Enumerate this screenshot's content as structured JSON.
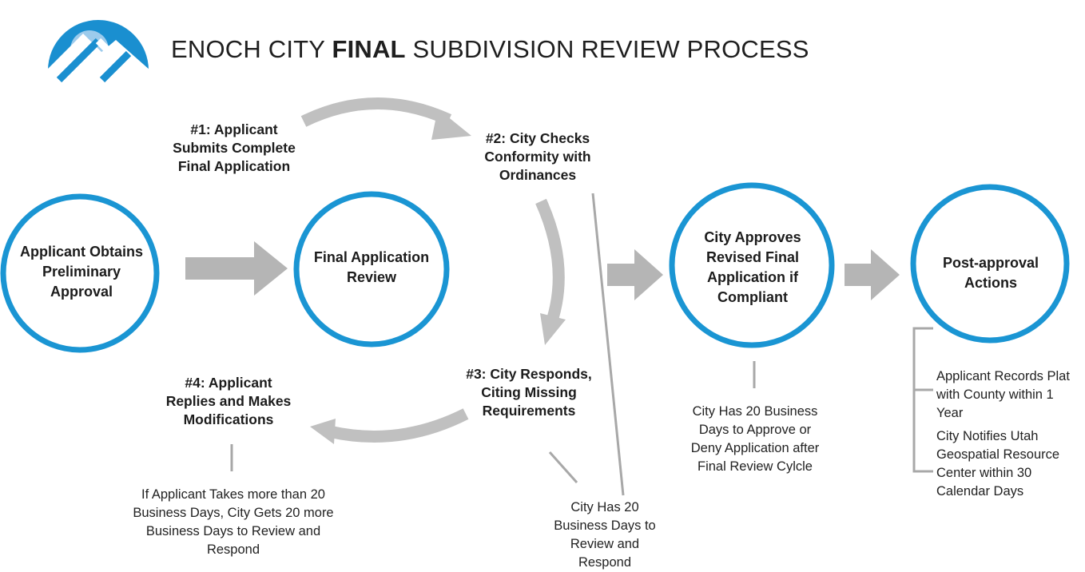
{
  "title": {
    "prefix": "ENOCH CITY ",
    "bold": "FINAL",
    "suffix": " SUBDIVISION REVIEW PROCESS"
  },
  "colors": {
    "circle": "#1a95d3",
    "arrow": "#b5b5b5",
    "connector": "#a8a8a8",
    "logo_dark": "#1a8fd0",
    "logo_light": "#9ccbec"
  },
  "icons": {
    "logo": "mountain-sun-logo"
  },
  "circles": [
    {
      "id": "preliminary",
      "label": "Applicant Obtains Preliminary Approval"
    },
    {
      "id": "final-review",
      "label": "Final Application Review"
    },
    {
      "id": "city-approves",
      "label": "City Approves Revised Final Application if Compliant"
    },
    {
      "id": "post-approval",
      "label": "Post-approval Actions"
    }
  ],
  "cycle_steps": [
    {
      "id": "step1",
      "label": "#1: Applicant Submits Complete Final Application"
    },
    {
      "id": "step2",
      "label": "#2: City Checks Conformity with Ordinances"
    },
    {
      "id": "step3",
      "label": "#3: City Responds, Citing Missing Requirements"
    },
    {
      "id": "step4",
      "label": "#4: Applicant Replies and Makes Modifications"
    }
  ],
  "notes": {
    "applicant_delay": "If Applicant Takes more than 20 Business Days, City Gets 20 more Business Days to Review and Respond",
    "city_review": "City Has 20 Business Days to Review and Respond",
    "city_approve": "City Has 20 Business Days to Approve or Deny Application after Final Review Cylcle",
    "post_actions": [
      "Applicant Records Plat with County within 1 Year",
      "City Notifies Utah Geospatial Resource Center within 30 Calendar Days"
    ]
  }
}
